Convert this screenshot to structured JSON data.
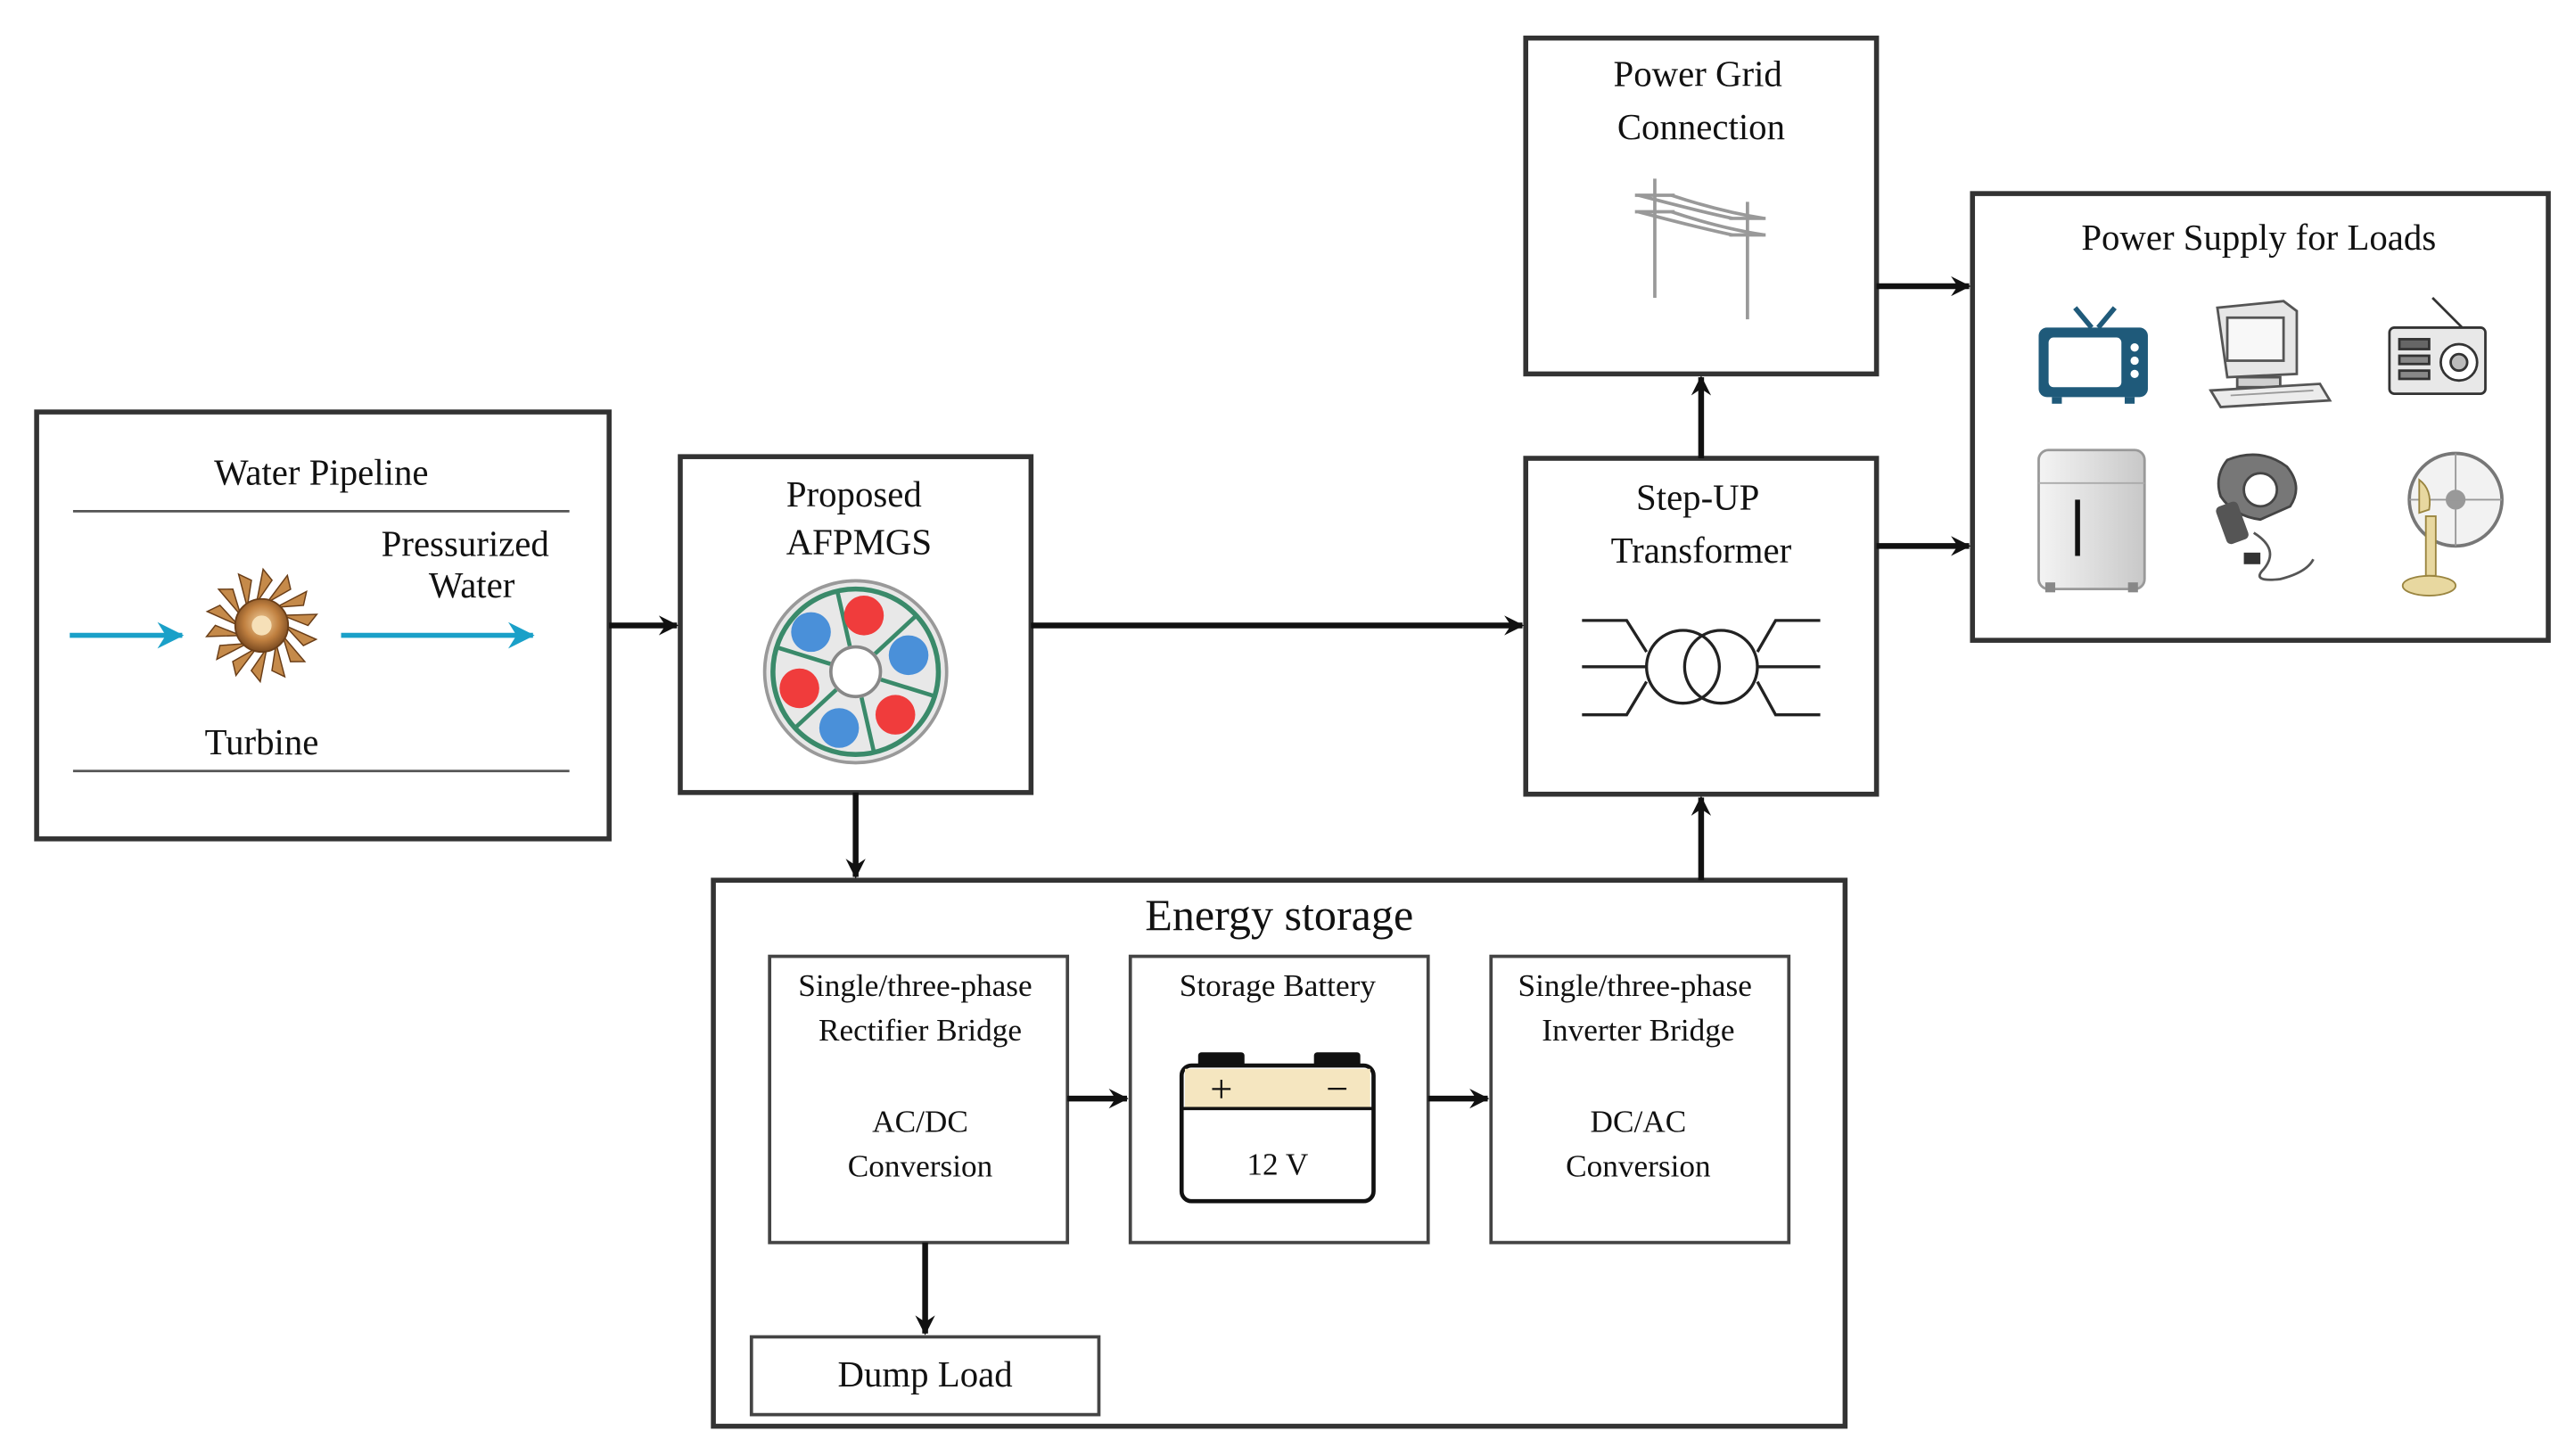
{
  "pipeline": {
    "title": "Water Pipeline",
    "flow_label_line1": "Pressurized",
    "flow_label_line2": "Water",
    "turbine_label": "Turbine"
  },
  "generator": {
    "title_line1": "Proposed",
    "title_line2": "AFPMGS"
  },
  "grid": {
    "title_line1": "Power Grid",
    "title_line2": "Connection"
  },
  "transformer": {
    "title_line1": "Step-UP",
    "title_line2": "Transformer"
  },
  "loads": {
    "title": "Power Supply for Loads",
    "items": [
      "television-icon",
      "computer-icon",
      "radio-icon",
      "refrigerator-icon",
      "hair-dryer-icon",
      "fan-icon"
    ]
  },
  "storage": {
    "title": "Energy storage",
    "rectifier": {
      "line1": "Single/three-phase",
      "line2": "Rectifier Bridge",
      "line3": "AC/DC",
      "line4": "Conversion"
    },
    "battery": {
      "title": "Storage Battery",
      "plus": "+",
      "minus": "−",
      "voltage": "12 V"
    },
    "inverter": {
      "line1": "Single/three-phase",
      "line2": "Inverter Bridge",
      "line3": "DC/AC",
      "line4": "Conversion"
    },
    "dump_load": "Dump Load"
  },
  "colors": {
    "water_arrow": "#1aa0c8",
    "magnet_red": "#f03c3c",
    "magnet_blue": "#4a90d9",
    "stator_green": "#3a8a6a",
    "battery_cap": "#f5e6c0",
    "tv_blue": "#1f5a7a",
    "turbine_bronze": "#b87a3a"
  }
}
